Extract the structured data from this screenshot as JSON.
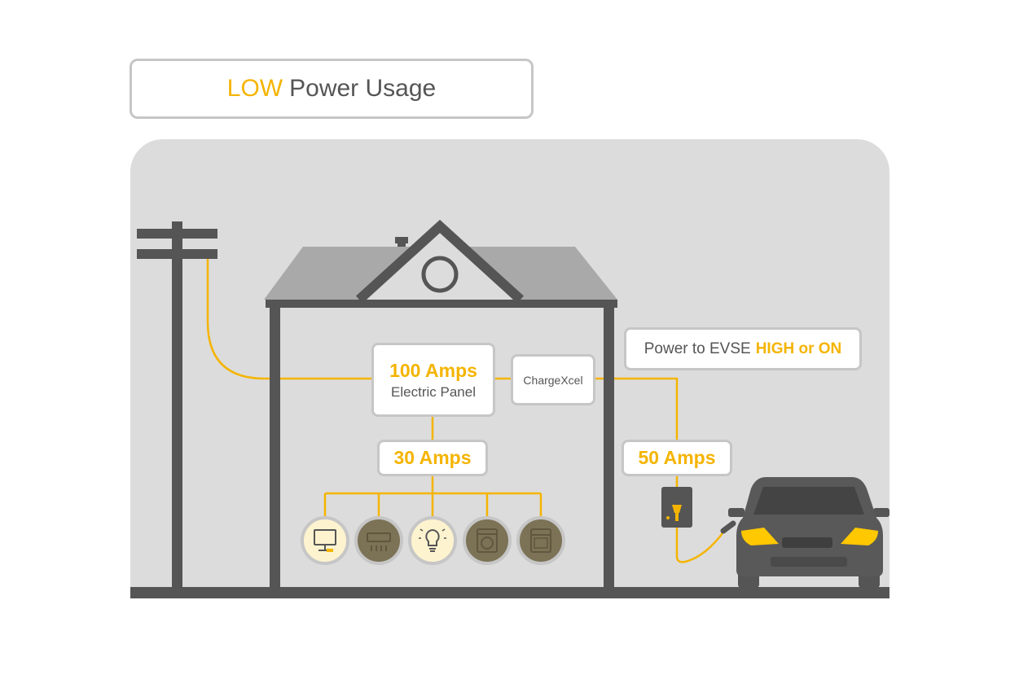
{
  "title": {
    "highlight": "LOW",
    "rest": "Power Usage"
  },
  "panel": {
    "amps": "100 Amps",
    "label": "Electric Panel"
  },
  "device": {
    "label": "ChargeXcel"
  },
  "household": {
    "amps": "30 Amps"
  },
  "evse": {
    "prefix": "Power to EVSE",
    "highlight": "HIGH or ON",
    "amps": "50 Amps"
  },
  "appliances": [
    {
      "icon": "monitor-icon",
      "state": "on"
    },
    {
      "icon": "air-conditioner-icon",
      "state": "off"
    },
    {
      "icon": "light-bulb-icon",
      "state": "on"
    },
    {
      "icon": "washing-machine-icon",
      "state": "off"
    },
    {
      "icon": "oven-icon",
      "state": "off"
    }
  ],
  "colors": {
    "accent": "#f5b400",
    "on_fill": "#fdf3cf",
    "off_fill": "#7c7256",
    "frame": "#555555",
    "background": "#dcdcdc"
  }
}
